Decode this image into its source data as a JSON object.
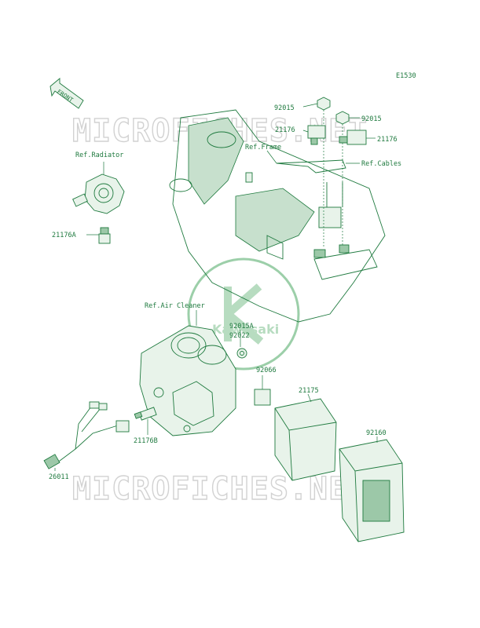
{
  "diagram_code": "E1530",
  "front_label": "FRONT",
  "watermark": "MICROFICHES.NET",
  "logo_text": "Kawasaki",
  "refs": {
    "radiator": "Ref.Radiator",
    "frame": "Ref.Frame",
    "cables": "Ref.Cables",
    "air_cleaner": "Ref.Air Cleaner"
  },
  "parts": {
    "p92015_left": "92015",
    "p92015_right": "92015",
    "p21176_left": "21176",
    "p21176_right": "21176",
    "p21176A": "21176A",
    "p92015A": "92015A",
    "p92022": "92022",
    "p92066": "92066",
    "p21175": "21175",
    "p92160": "92160",
    "p21176B": "21176B",
    "p26011": "26011"
  },
  "colors": {
    "line": "#1f7a3f",
    "fill_light": "#e8f3ea",
    "watermark": "#d2d2d2"
  }
}
